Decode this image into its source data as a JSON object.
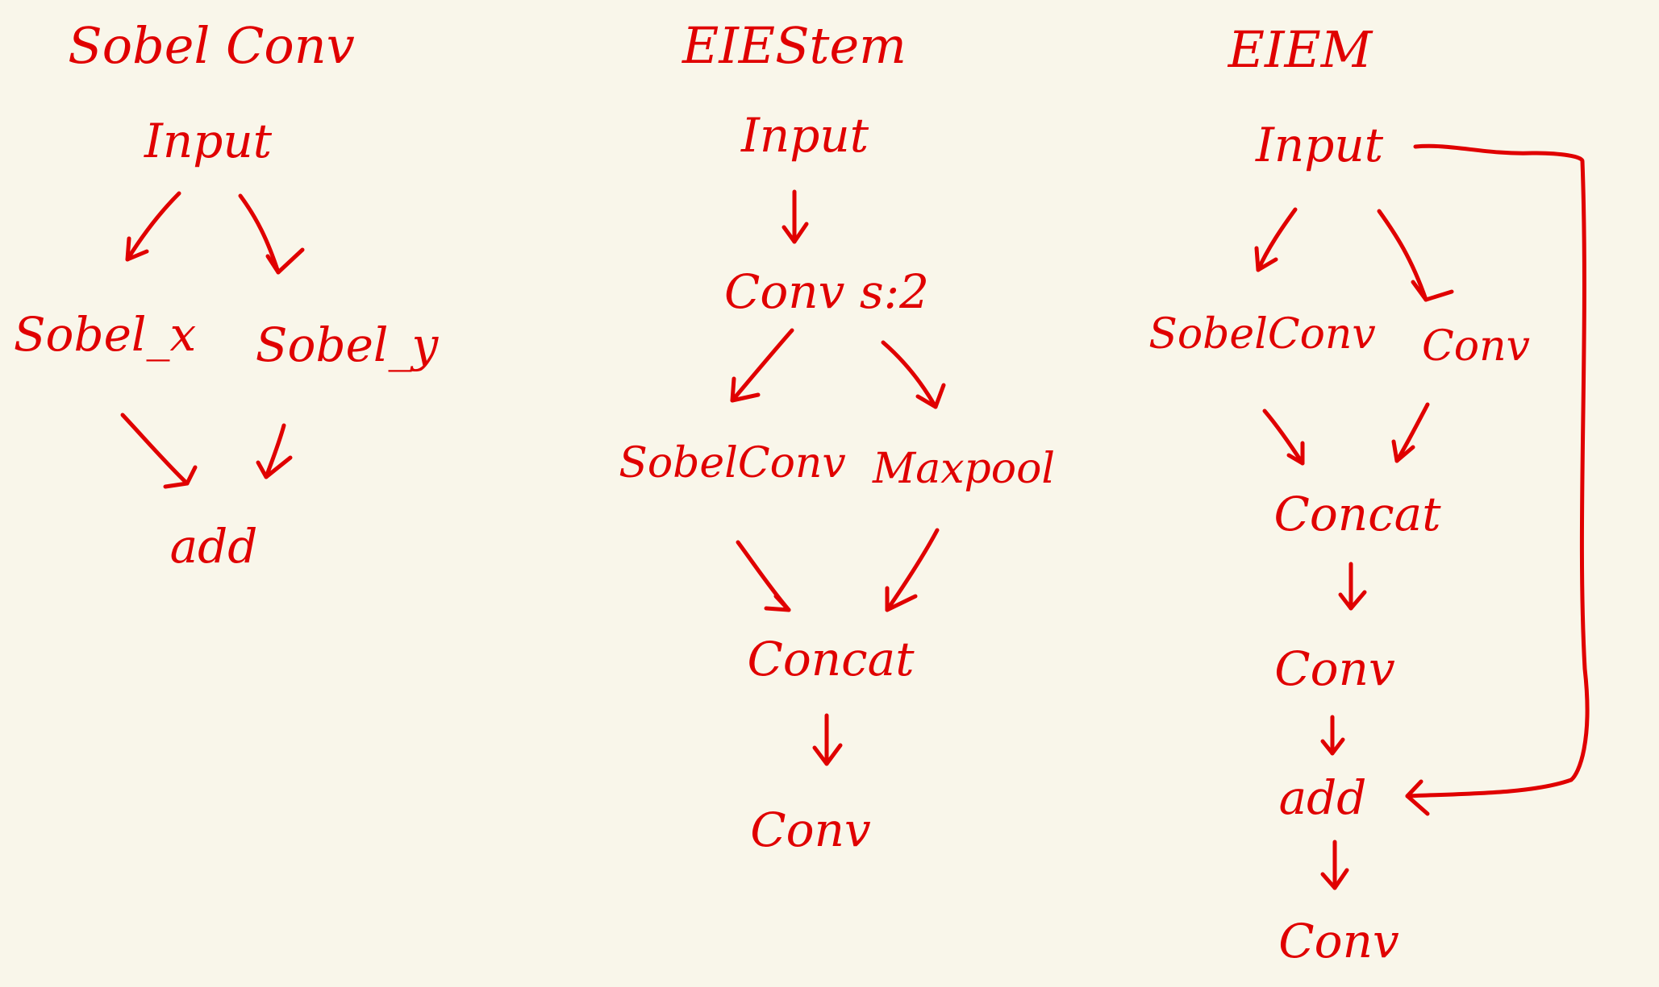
{
  "colors": {
    "background": "#f9f6ea",
    "ink": "#e00000"
  },
  "diagrams": [
    {
      "title": "Sobel Conv",
      "nodes": [
        "Input",
        "Sobel_x",
        "Sobel_y",
        "add"
      ]
    },
    {
      "title": "EIEStem",
      "nodes": [
        "Input",
        "Conv s:2",
        "SobelConv",
        "Maxpool",
        "Concat",
        "Conv"
      ]
    },
    {
      "title": "EIEM",
      "nodes": [
        "Input",
        "SobelConv",
        "Conv",
        "Concat",
        "Conv",
        "add",
        "Conv"
      ]
    }
  ]
}
